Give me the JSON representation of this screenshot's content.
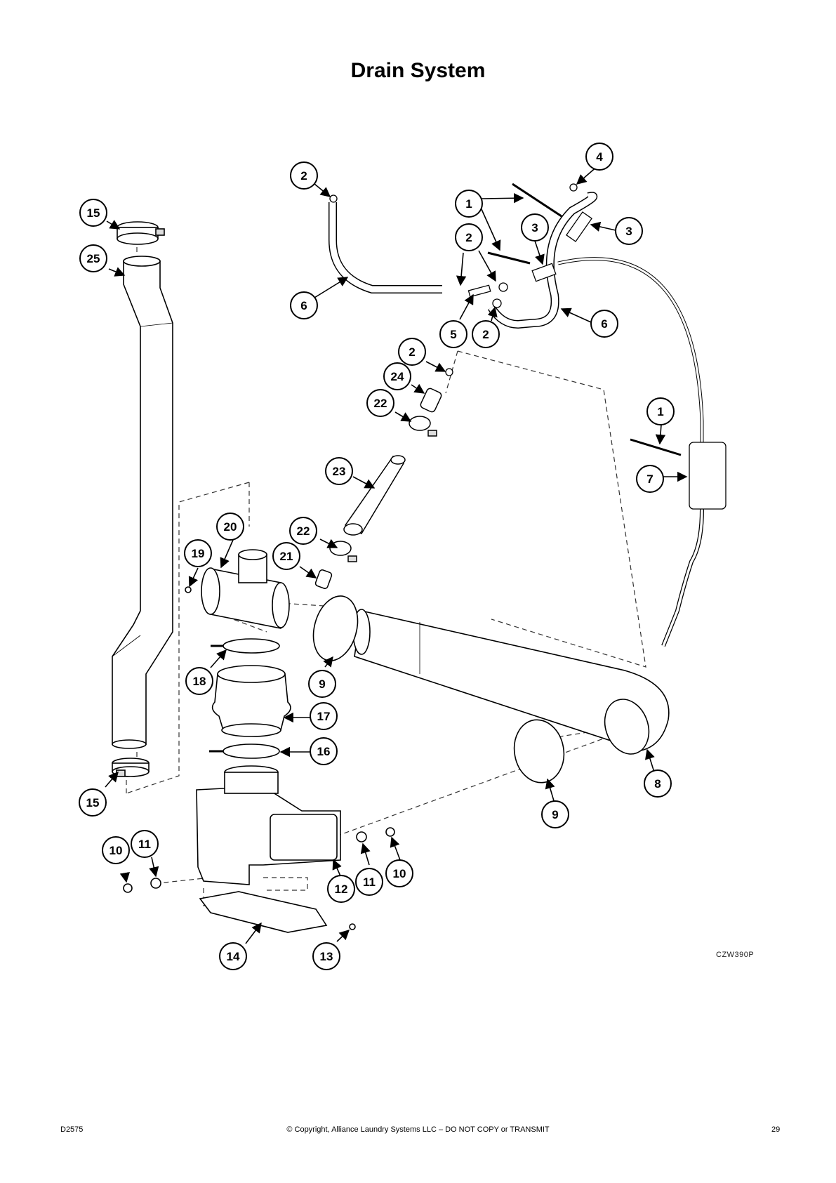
{
  "page": {
    "title": "Drain System",
    "drawing_code": "CZW390P",
    "footer_left": "D2575",
    "footer_center": "© Copyright, Alliance Laundry Systems LLC – DO NOT COPY or TRANSMIT",
    "footer_right": "29"
  },
  "callouts": [
    {
      "id": "c4",
      "label": "4"
    },
    {
      "id": "c2a",
      "label": "2"
    },
    {
      "id": "c1a",
      "label": "1"
    },
    {
      "id": "c15a",
      "label": "15"
    },
    {
      "id": "c3a",
      "label": "3"
    },
    {
      "id": "c3b",
      "label": "3"
    },
    {
      "id": "c2b",
      "label": "2"
    },
    {
      "id": "c25",
      "label": "25"
    },
    {
      "id": "c6a",
      "label": "6"
    },
    {
      "id": "c5",
      "label": "5"
    },
    {
      "id": "c2c",
      "label": "2"
    },
    {
      "id": "c6b",
      "label": "6"
    },
    {
      "id": "c2d",
      "label": "2"
    },
    {
      "id": "c24",
      "label": "24"
    },
    {
      "id": "c22a",
      "label": "22"
    },
    {
      "id": "c1b",
      "label": "1"
    },
    {
      "id": "c7",
      "label": "7"
    },
    {
      "id": "c23",
      "label": "23"
    },
    {
      "id": "c20",
      "label": "20"
    },
    {
      "id": "c22b",
      "label": "22"
    },
    {
      "id": "c19",
      "label": "19"
    },
    {
      "id": "c21",
      "label": "21"
    },
    {
      "id": "c18",
      "label": "18"
    },
    {
      "id": "c9a",
      "label": "9"
    },
    {
      "id": "c17",
      "label": "17"
    },
    {
      "id": "c16",
      "label": "16"
    },
    {
      "id": "c8",
      "label": "8"
    },
    {
      "id": "c15b",
      "label": "15"
    },
    {
      "id": "c9b",
      "label": "9"
    },
    {
      "id": "c11a",
      "label": "11"
    },
    {
      "id": "c10a",
      "label": "10"
    },
    {
      "id": "c11b",
      "label": "11"
    },
    {
      "id": "c10b",
      "label": "10"
    },
    {
      "id": "c12",
      "label": "12"
    },
    {
      "id": "c14",
      "label": "14"
    },
    {
      "id": "c13",
      "label": "13"
    }
  ]
}
